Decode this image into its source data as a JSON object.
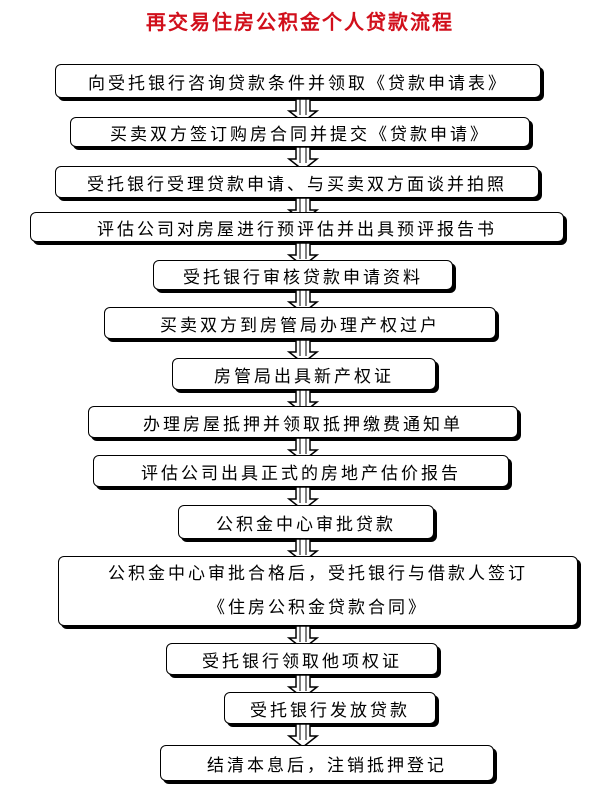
{
  "title": "再交易住房公积金个人贷款流程",
  "steps": [
    "向受托银行咨询贷款条件并领取《贷款申请表》",
    "买卖双方签订购房合同并提交《贷款申请》",
    "受托银行受理贷款申请、与买卖双方面谈并拍照",
    "评估公司对房屋进行预评估并出具预评报告书",
    "受托银行审核贷款申请资料",
    "买卖双方到房管局办理产权过户",
    "房管局出具新产权证",
    "办理房屋抵押并领取抵押缴费通知单",
    "评估公司出具正式的房地产估价报告",
    "公积金中心审批贷款",
    "公积金中心审批合格后，受托银行与借款人签订",
    "《住房公积金贷款合同》",
    "受托银行领取他项权证",
    "受托银行发放贷款",
    "结清本息后，注销抵押登记"
  ]
}
